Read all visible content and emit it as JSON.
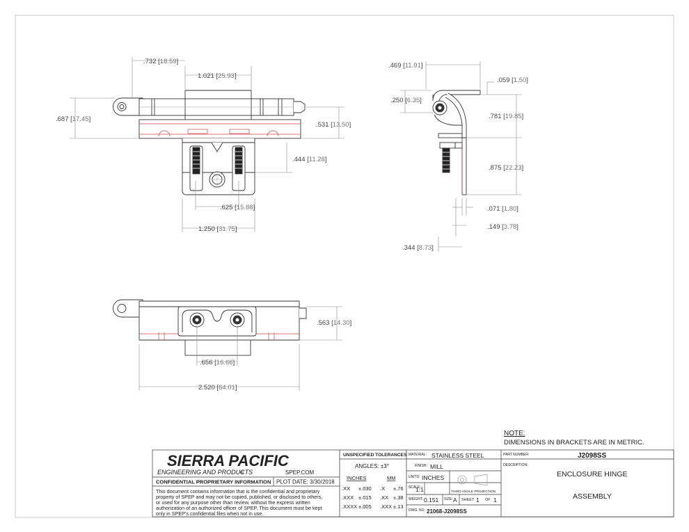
{
  "dimensions": {
    "top_view": {
      "d1": {
        "in": ".732",
        "mm": "18.59"
      },
      "d2": {
        "in": "1.021",
        "mm": "25.93"
      },
      "d3": {
        "in": ".687",
        "mm": "17.45"
      },
      "d4": {
        "in": ".531",
        "mm": "13.50"
      },
      "d5": {
        "in": ".444",
        "mm": "11.28"
      },
      "d6": {
        "in": ".625",
        "mm": "15.88"
      },
      "d7": {
        "in": "1.250",
        "mm": "31.75"
      }
    },
    "side_view": {
      "d1": {
        "in": ".469",
        "mm": "11.91"
      },
      "d2": {
        "in": ".059",
        "mm": "1.50"
      },
      "d3": {
        "in": ".250",
        "mm": "6.35"
      },
      "d4": {
        "in": ".781",
        "mm": "19.85"
      },
      "d5": {
        "in": ".875",
        "mm": "22.23"
      },
      "d6": {
        "in": ".071",
        "mm": "1.80"
      },
      "d7": {
        "in": ".149",
        "mm": "3.78"
      },
      "d8": {
        "in": ".344",
        "mm": "8.73"
      }
    },
    "bottom_view": {
      "d1": {
        "in": ".563",
        "mm": "14.30"
      },
      "d2": {
        "in": ".656",
        "mm": "16.66"
      },
      "d3": {
        "in": "2.520",
        "mm": "64.01"
      }
    }
  },
  "note": {
    "heading": "NOTE:",
    "text": "DIMENSIONS IN BRACKETS ARE IN METRIC."
  },
  "title_block": {
    "company": "SIERRA PACIFIC",
    "company_sub": "ENGINEERING AND PRODUCTS",
    "registered": "®",
    "website": "SPEP.COM",
    "confidential_heading": "CONFIDENTIAL PROPRIETARY INFORMATION",
    "plot_date": "PLOT DATE: 3/30/2018",
    "confidential_lines": [
      "This document contains information that is the confidential and proprietary",
      "property of SPEP and may not be copied, published, or disclosed to others,",
      "or used for any purpose  other than review, without the express written",
      "authorization of an authorized officer of SPEP. This document must be kept",
      "only in SPEP's confidential files when not in use."
    ],
    "tolerances": {
      "heading": "UNSPECIFIED TOLERANCES",
      "angles": "ANGLES: ±3°",
      "inches_label": "INCHES",
      "mm_label": "MM",
      "rows": [
        {
          "in_fmt": ".XX",
          "in_tol": "±.030",
          "mm_fmt": ".X",
          "mm_tol": "±.76"
        },
        {
          "in_fmt": ".XXX",
          "in_tol": "±.015",
          "mm_fmt": ".XX",
          "mm_tol": "±.38"
        },
        {
          "in_fmt": ".XXXX",
          "in_tol": "±.005",
          "mm_fmt": ".XXX",
          "mm_tol": "±.13"
        }
      ]
    },
    "material_label": "MATERIAL:",
    "material": "STAINLESS STEEL",
    "finish_label": "FINISH:",
    "finish": "MILL",
    "units_label": "UNITS:",
    "units": "INCHES",
    "scale_label": "SCALE:",
    "scale": "1:1",
    "projection": "THIRD ANGLE PROJECTION",
    "weight_label": "WEIGHT:",
    "weight": "0.151",
    "size_label": "SIZE:",
    "size": "A",
    "sheet_label": "SHEET",
    "sheet": "1",
    "of_label": "OF",
    "sheet_total": "1",
    "dwg_label": "DWG. NO.",
    "dwg_no": "21068-J2098SS",
    "part_number_label": "PART NUMBER:",
    "part_number": "J2098SS",
    "description_label": "DESCRIPTION:",
    "description_line1": "ENCLOSURE HINGE",
    "description_line2": "ASSEMBLY"
  }
}
